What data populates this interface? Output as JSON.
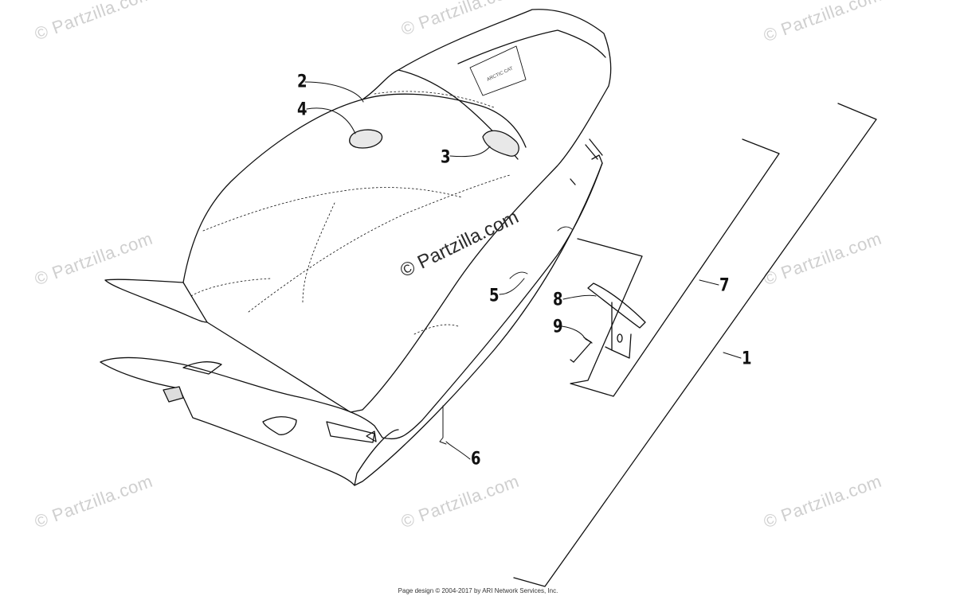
{
  "watermark": {
    "small_text": "© Partzilla.com",
    "main_text": "© Partzilla.com"
  },
  "callouts": [
    {
      "label": "1"
    },
    {
      "label": "2"
    },
    {
      "label": "3"
    },
    {
      "label": "4"
    },
    {
      "label": "5"
    },
    {
      "label": "6"
    },
    {
      "label": "7"
    },
    {
      "label": "8"
    },
    {
      "label": "9"
    }
  ],
  "footer": {
    "text": "Page design © 2004-2017 by ARI Network Services, Inc."
  },
  "colors": {
    "line": "#111111",
    "watermark": "#cfcfcf"
  }
}
